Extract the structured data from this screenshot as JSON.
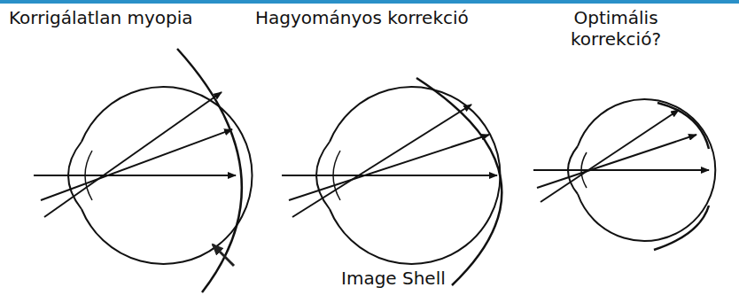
{
  "diagram": {
    "labels": [
      "Korrigálatlan myopia",
      "Hagyományos korrekció",
      "Optimális korrekció?",
      "Image Shell"
    ]
  }
}
